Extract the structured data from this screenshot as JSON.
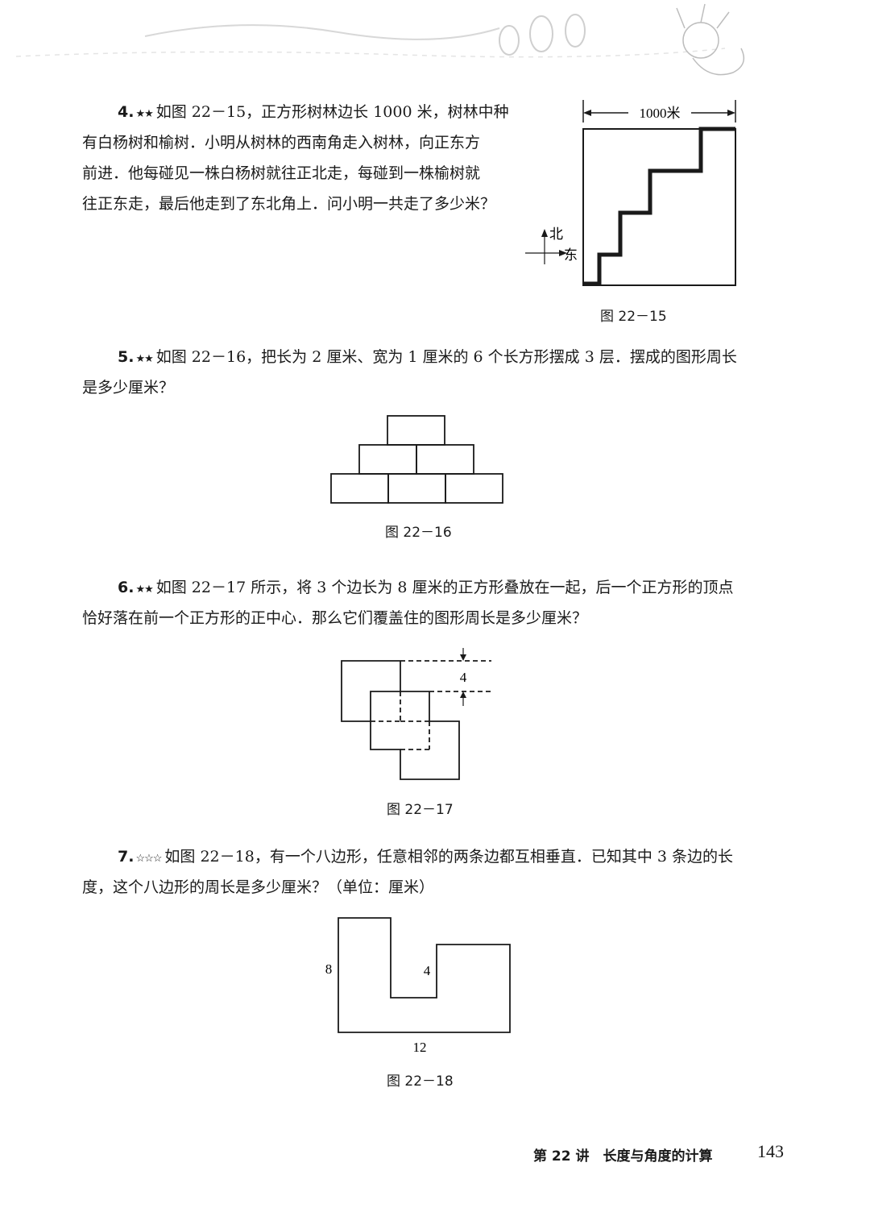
{
  "problems": [
    {
      "number": "4.",
      "stars": "★★",
      "lines": [
        "如图 22－15，正方形树林边长 1000 米，树林中种",
        "有白杨树和榆树．小明从树林的西南角走入树林，向正东方",
        "前进．他每碰见一株白杨树就往正北走，每碰到一株榆树就",
        "往正东走，最后他走到了东北角上．问小明一共走了多少米？"
      ],
      "figure": {
        "caption": "图 22－15",
        "width_label": "1000米",
        "compass_north": "北",
        "compass_east": "东"
      }
    },
    {
      "number": "5.",
      "stars": "★★",
      "lines": [
        "如图 22－16，把长为 2 厘米、宽为 1 厘米的 6 个长方形摆成 3 层．摆成的图形周长",
        "是多少厘米？"
      ],
      "figure": {
        "caption": "图 22－16"
      }
    },
    {
      "number": "6.",
      "stars": "★★",
      "lines": [
        "如图 22－17 所示，将 3 个边长为 8 厘米的正方形叠放在一起，后一个正方形的顶点",
        "恰好落在前一个正方形的正中心．那么它们覆盖住的图形周长是多少厘米？"
      ],
      "figure": {
        "caption": "图 22－17",
        "offset_label": "4"
      }
    },
    {
      "number": "7.",
      "stars": "☆☆☆",
      "lines": [
        "如图 22－18，有一个八边形，任意相邻的两条边都互相垂直．已知其中 3 条边的长",
        "度，这个八边形的周长是多少厘米？（单位：厘米）"
      ],
      "figure": {
        "caption": "图 22－18",
        "label_left": "8",
        "label_inner": "4",
        "label_bottom": "12"
      }
    }
  ],
  "footer": {
    "chapter": "第 22 讲　长度与角度的计算",
    "page_number": "143"
  }
}
